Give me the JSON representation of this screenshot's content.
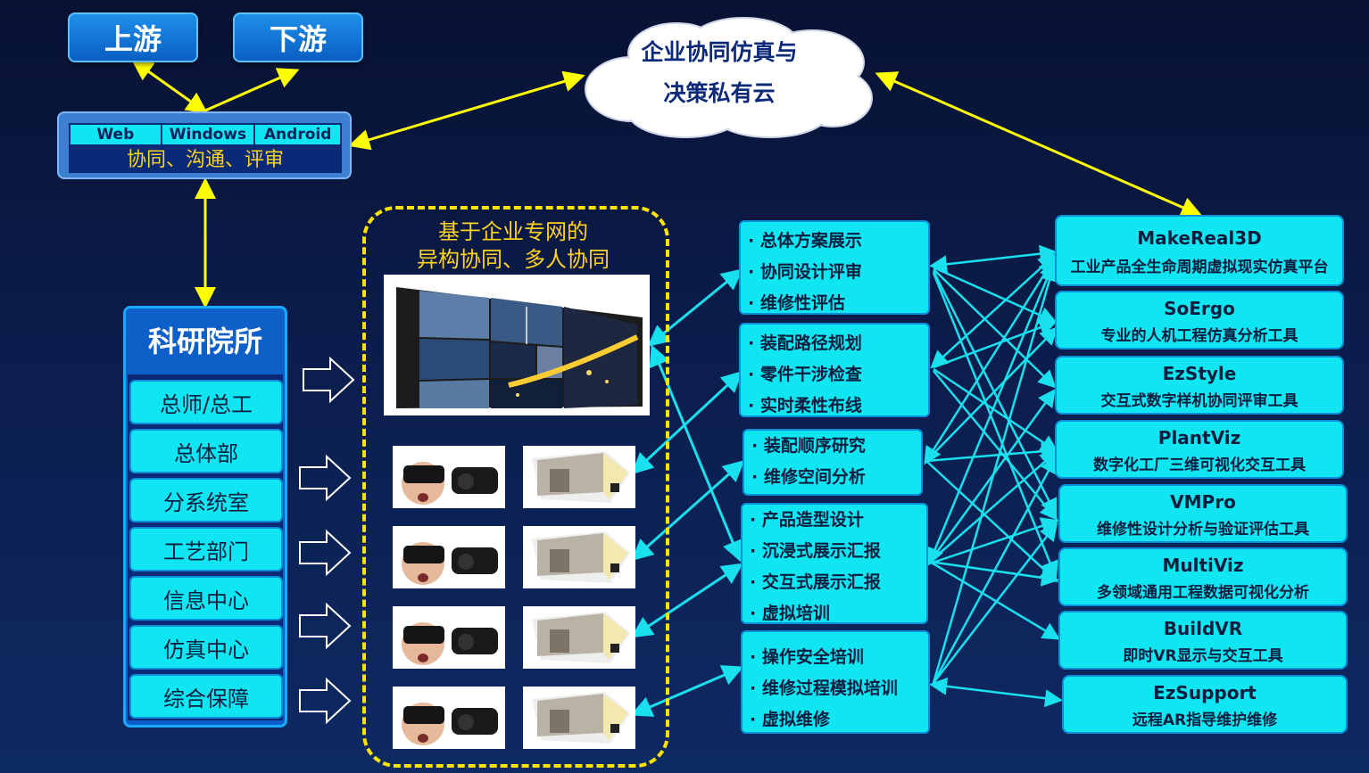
{
  "top": {
    "upstream": "上游",
    "downstream": "下游"
  },
  "platform": {
    "tabs": [
      "Web",
      "Windows",
      "Android"
    ],
    "caption": "协同、沟通、评审"
  },
  "cloud": {
    "line1": "企业协同仿真与",
    "line2": "决策私有云"
  },
  "institute": {
    "title": "科研院所",
    "items": [
      "总师/总工",
      "总体部",
      "分系统室",
      "工艺部门",
      "信息中心",
      "仿真中心",
      "综合保障"
    ]
  },
  "hub": {
    "line1": "基于企业专网的",
    "line2": "异构协同、多人协同"
  },
  "functions": [
    [
      "· 总体方案展示",
      "· 协同设计评审",
      "· 维修性评估"
    ],
    [
      "· 装配路径规划",
      "· 零件干涉检查",
      "· 实时柔性布线"
    ],
    [
      "· 装配顺序研究",
      "· 维修空间分析"
    ],
    [
      "· 产品造型设计",
      "· 沉浸式展示汇报",
      "· 交互式展示汇报",
      "· 虚拟培训"
    ],
    [
      "· 操作安全培训",
      "· 维修过程模拟培训",
      "· 虚拟维修"
    ]
  ],
  "tools": [
    {
      "name": "MakeReal3D",
      "desc": "工业产品全生命周期虚拟现实仿真平台"
    },
    {
      "name": "SoErgo",
      "desc": "专业的人机工程仿真分析工具"
    },
    {
      "name": "EzStyle",
      "desc": "交互式数字样机协同评审工具"
    },
    {
      "name": "PlantViz",
      "desc": "数字化工厂三维可视化交互工具"
    },
    {
      "name": "VMPro",
      "desc": "维修性设计分析与验证评估工具"
    },
    {
      "name": "MultiViz",
      "desc": "多领域通用工程数据可视化分析"
    },
    {
      "name": "BuildVR",
      "desc": "即时VR显示与交互工具"
    },
    {
      "name": "EzSupport",
      "desc": "远程AR指导维护维修"
    }
  ],
  "colors": {
    "arrow_yellow": "#ffff00",
    "arrow_cyan": "#19e0ee",
    "box_cyan": "#10e6f2",
    "title_yellow": "#ffd21f"
  }
}
